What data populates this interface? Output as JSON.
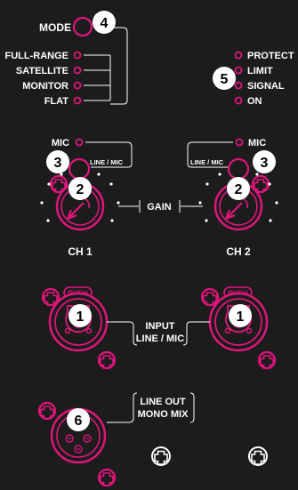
{
  "colors": {
    "panel": "#1c1c1c",
    "accent": "#e0157b",
    "text": "#ffffff",
    "callout_fill": "#ffffff",
    "callout_text": "#000000"
  },
  "mode": {
    "button_label": "MODE",
    "options": [
      "FULL-RANGE",
      "SATELLITE",
      "MONITOR",
      "FLAT"
    ]
  },
  "status_leds": [
    "PROTECT",
    "LIMIT",
    "SIGNAL",
    "ON"
  ],
  "channels": [
    {
      "name": "CH 1",
      "mic_label": "MIC",
      "switch_label": "LINE / MIC",
      "input_push_label": "PUSH"
    },
    {
      "name": "CH 2",
      "mic_label": "MIC",
      "switch_label": "LINE / MIC",
      "input_push_label": "PUSH"
    }
  ],
  "gain_label": "GAIN",
  "input_label": [
    "INPUT",
    "LINE / MIC"
  ],
  "line_out_label": [
    "LINE OUT",
    "MONO MIX"
  ],
  "callouts": {
    "mode_button": "4",
    "status_leds": "5",
    "ch1_switch": "3",
    "ch2_switch": "3",
    "ch1_gain": "2",
    "ch2_gain": "2",
    "ch1_input": "1",
    "ch2_input": "1",
    "line_out": "6"
  },
  "icons": {
    "screw": "pink-plus-screw",
    "screw_plain": "white-plus-screw",
    "led": "pink-ring-led",
    "knob": "pink-pointer-knob",
    "xlr_combo": "xlr-combo-jack",
    "xlr_male": "xlr-male-output"
  }
}
